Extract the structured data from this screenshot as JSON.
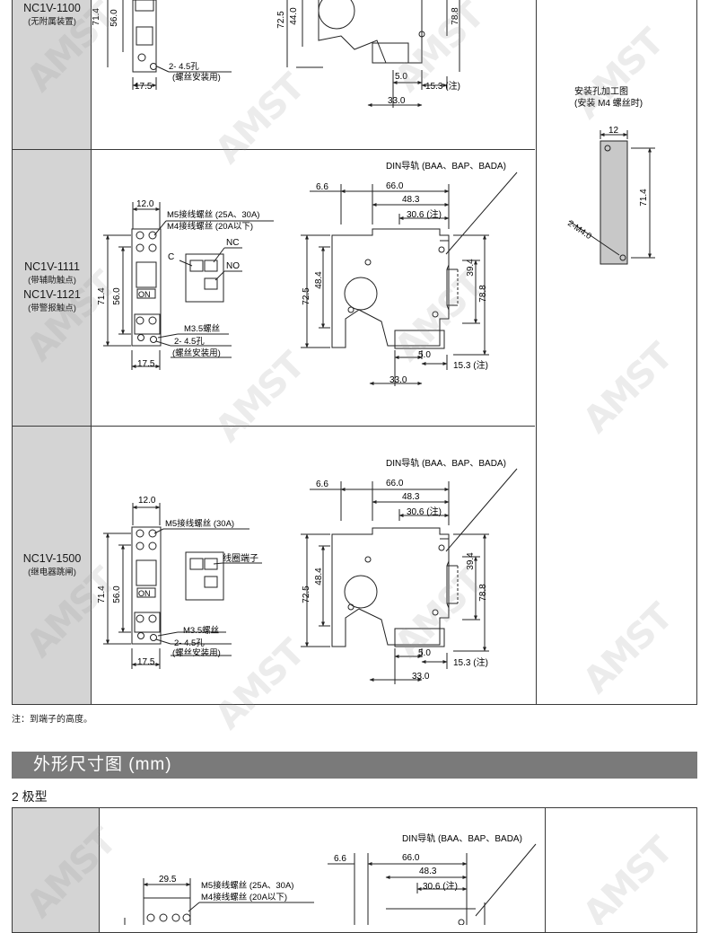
{
  "rows": [
    {
      "model": "NC1V-1100",
      "sub": "(无附属装置)"
    },
    {
      "model": "NC1V-1111",
      "sub": "(带辅助触点)",
      "model2": "NC1V-1121",
      "sub2": "(带警报触点)"
    },
    {
      "model": "NC1V-1500",
      "sub": "(继电器跳闸)"
    }
  ],
  "front": {
    "w175": "17.5",
    "w120": "12.0",
    "h714": "71.4",
    "h560": "56.0",
    "hole": "2- 4.5孔",
    "hole_use": "(螺丝安装用)",
    "screw_a": "M5接线螺丝 (25A、30A)",
    "screw_b": "M4接线螺丝 (20A以下)",
    "screw_30a": "M5接线螺丝 (30A)",
    "m35": "M3.5螺丝",
    "nc": "NC",
    "no": "NO",
    "c": "C",
    "coil": "线圈端子",
    "on": "ON"
  },
  "side": {
    "din": "DIN导轨 (BAA、BAP、BADA)",
    "d66": "6.6",
    "d660": "66.0",
    "d483": "48.3",
    "d306": "30.6 (注)",
    "d725": "72.5",
    "d440": "44.0",
    "d484": "48.4",
    "d394": "39.4",
    "d788": "78.8",
    "d50": "5.0",
    "d153": "15.3 (注)",
    "d330": "33.0"
  },
  "mount": {
    "title": "安装孔加工图",
    "title2": "(安装 M4 螺丝时)",
    "w12": "12",
    "h714": "71.4",
    "hole": "2-M4.0"
  },
  "note": "注：到端子的高度。",
  "section_title": "外形尺寸图 (mm)",
  "subhead": "2 极型",
  "two_pole": {
    "w295": "29.5",
    "screw_a": "M5接线螺丝 (25A、30A)",
    "screw_b": "M4接线螺丝 (20A以下)",
    "din": "DIN导轨 (BAA、BAP、BADA)",
    "d66": "6.6",
    "d660": "66.0",
    "d483": "48.3",
    "d306": "30.6 (注)"
  },
  "watermark": "AMST"
}
